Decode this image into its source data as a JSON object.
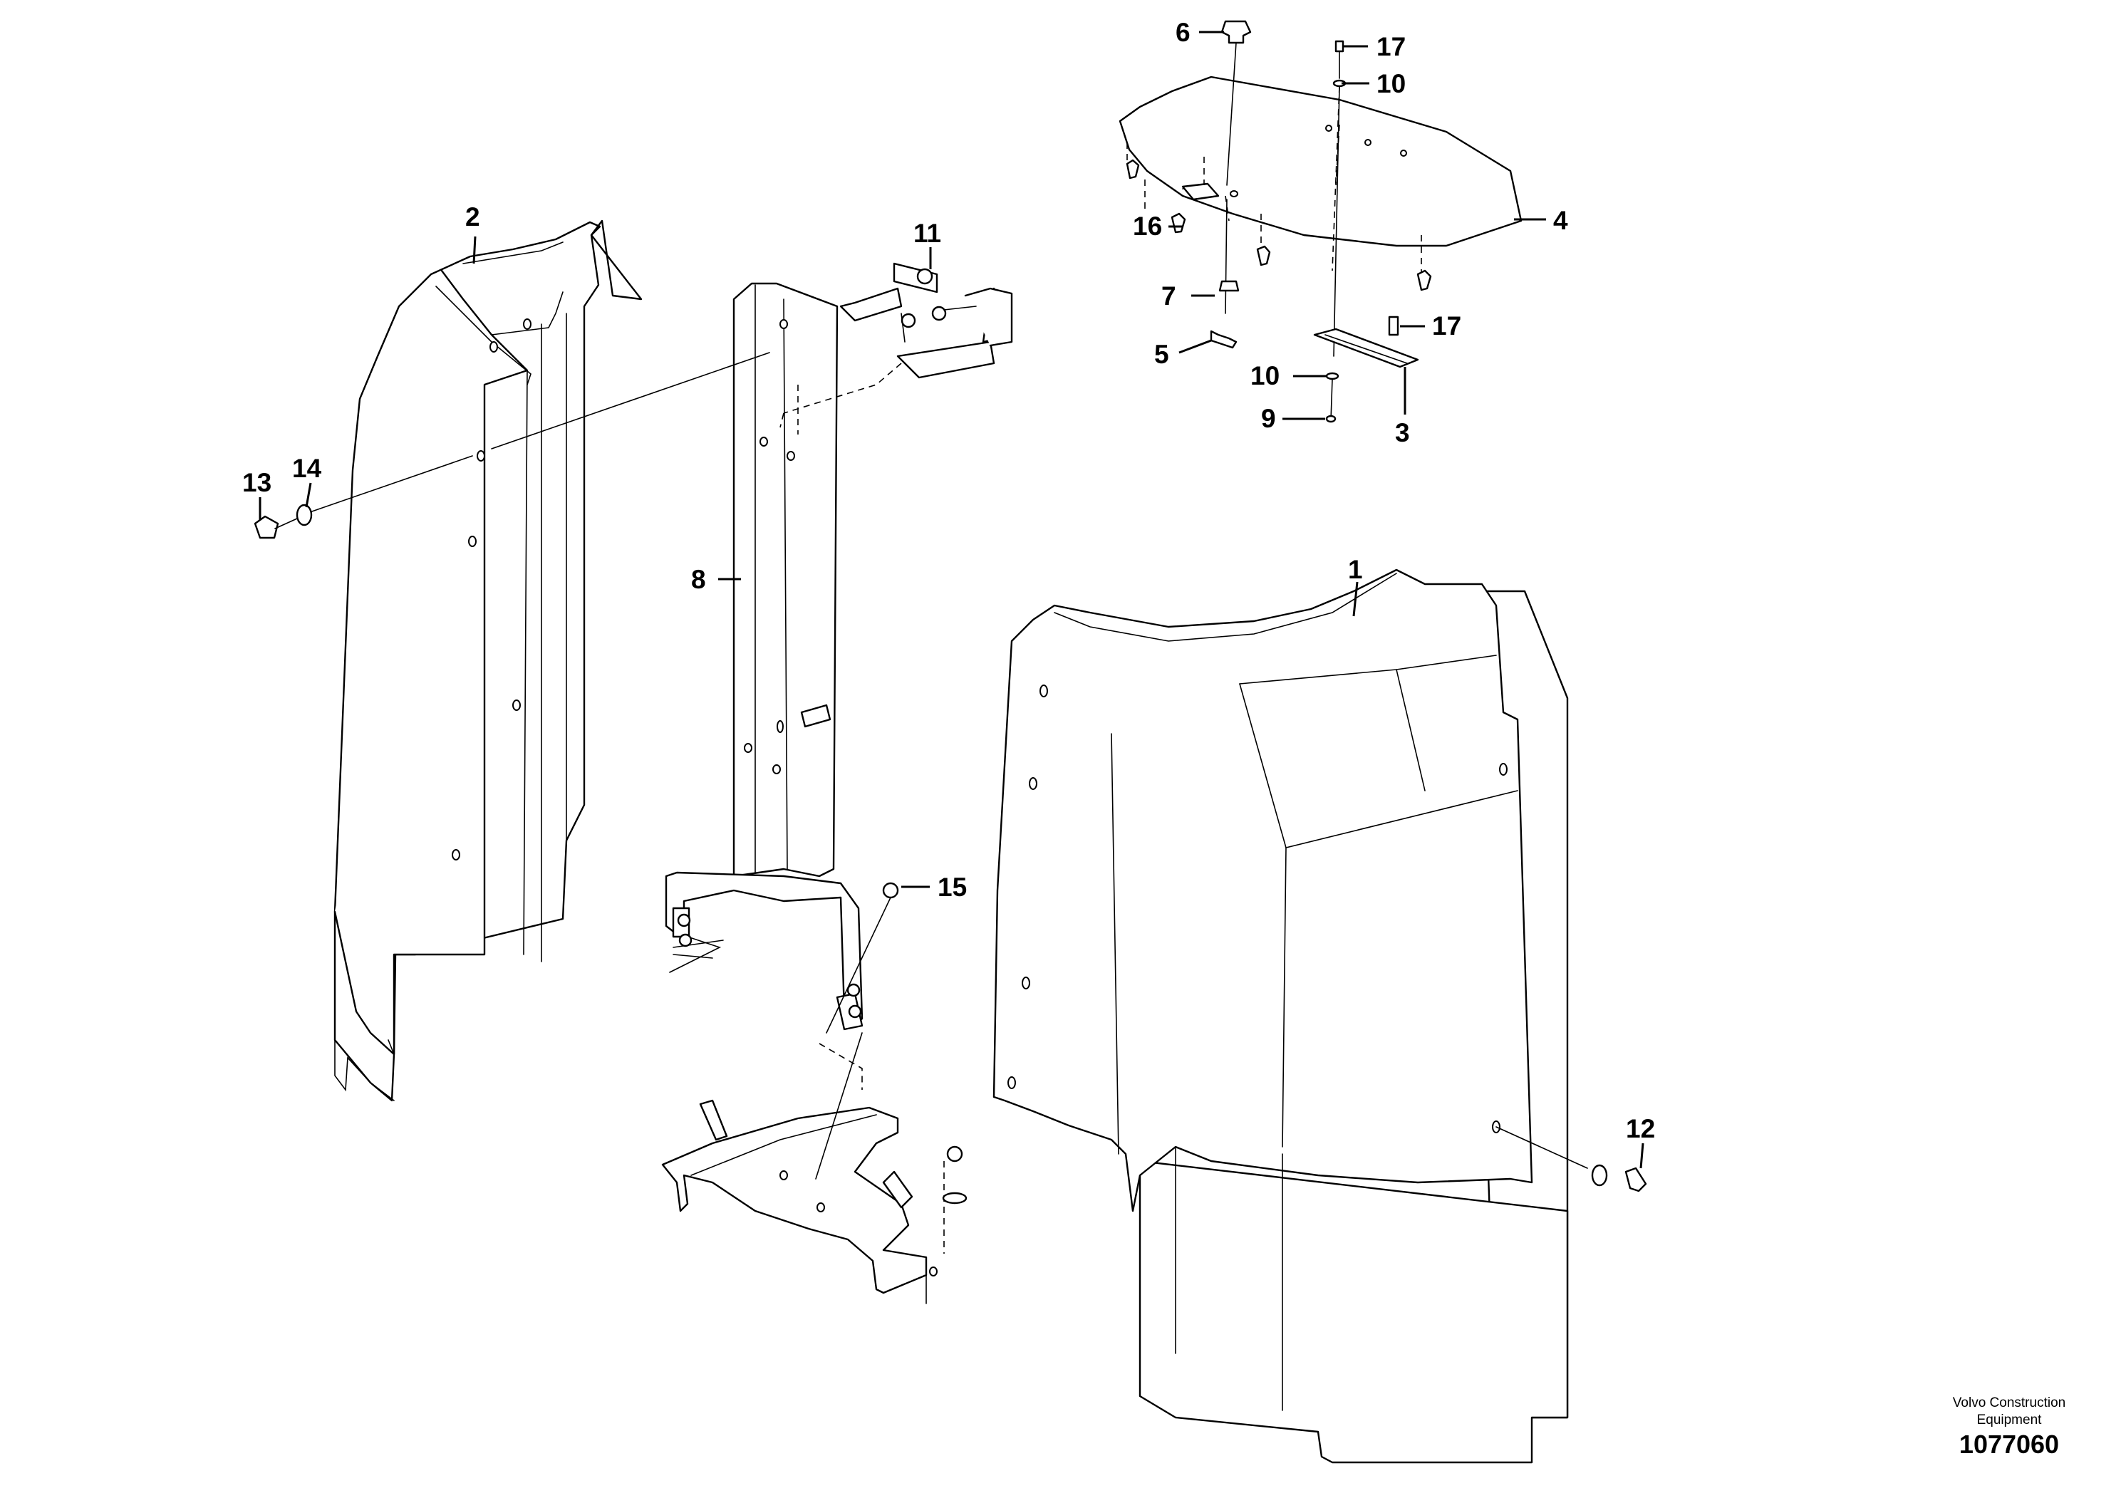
{
  "diagram": {
    "callouts": [
      "1",
      "2",
      "3",
      "4",
      "5",
      "6",
      "7",
      "8",
      "9",
      "10",
      "10",
      "11",
      "12",
      "13",
      "14",
      "15",
      "16",
      "17",
      "17"
    ],
    "brand": {
      "line1": "Volvo Construction",
      "line2": "Equipment",
      "code": "1077060"
    },
    "colors": {
      "ink": "#000000",
      "paper": "#ffffff"
    }
  }
}
